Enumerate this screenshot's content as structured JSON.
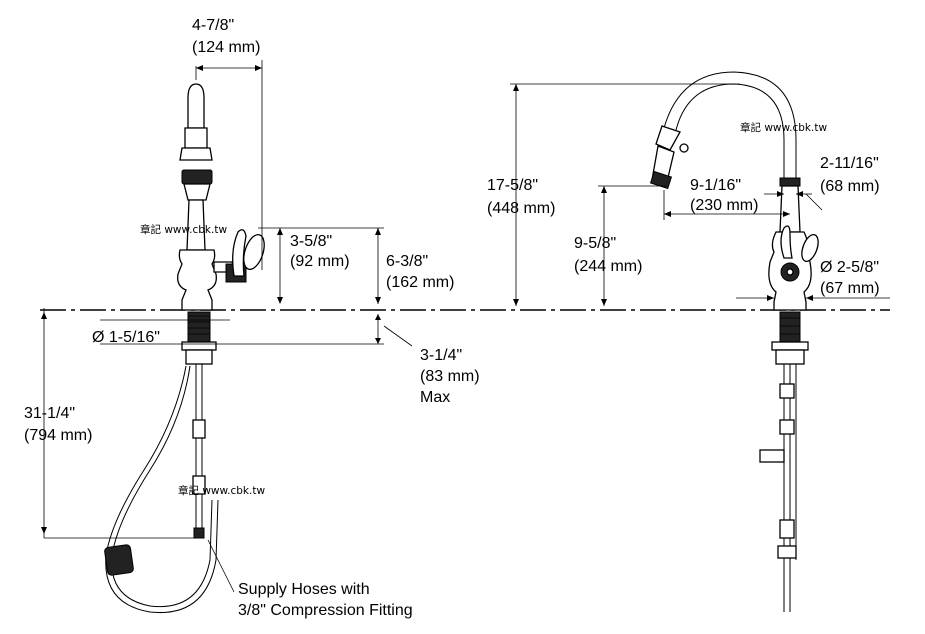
{
  "left_view": {
    "spout_width": {
      "imperial": "4-7/8\"",
      "metric": "(124 mm)"
    },
    "handle_height": {
      "imperial": "3-5/8\"",
      "metric": "(92 mm)"
    },
    "body_height": {
      "imperial": "6-3/8\"",
      "metric": "(162 mm)"
    },
    "shank_diameter": {
      "imperial": "Ø 1-5/16\""
    },
    "deck_thickness": {
      "imperial": "3-1/4\"",
      "metric": "(83 mm)",
      "note": "Max"
    },
    "hose_length": {
      "imperial": "31-1/4\"",
      "metric": "(794 mm)"
    },
    "supply_note": {
      "line1": "Supply Hoses with",
      "line2": "3/8\" Compression Fitting"
    }
  },
  "right_view": {
    "overall_height": {
      "imperial": "17-5/8\"",
      "metric": "(448 mm)"
    },
    "spout_clearance": {
      "imperial": "9-5/8\"",
      "metric": "(244 mm)"
    },
    "spout_reach": {
      "imperial": "9-1/16\"",
      "metric": "(230 mm)"
    },
    "neck_diameter": {
      "imperial": "2-11/16\"",
      "metric": "(68 mm)"
    },
    "base_diameter": {
      "imperial": "Ø 2-5/8\"",
      "metric": "(67 mm)"
    }
  },
  "watermarks": [
    "章記 www.cbk.tw",
    "章記 www.cbk.tw",
    "章記 www.cbk.tw"
  ]
}
